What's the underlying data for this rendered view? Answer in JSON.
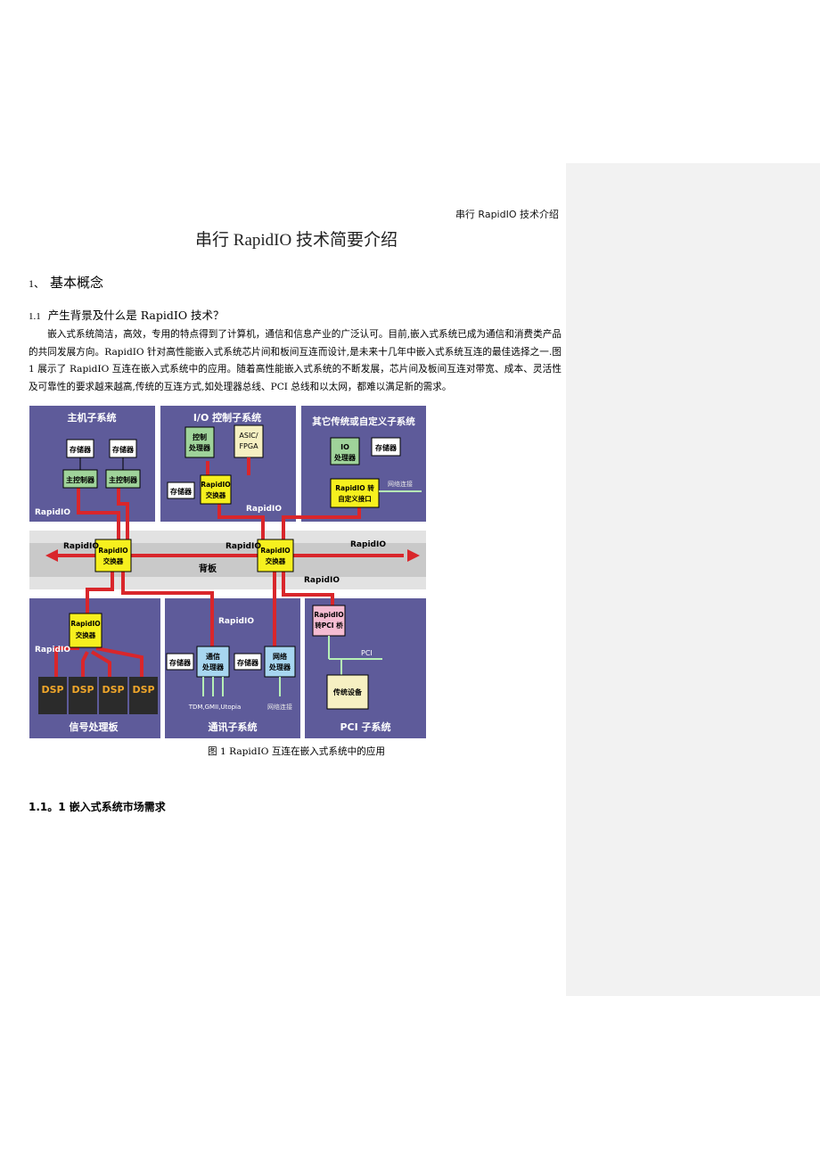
{
  "header": {
    "running_title": "串行 RapidIO 技术介绍"
  },
  "title": "串行 RapidIO 技术简要介绍",
  "section1": {
    "number": "1、",
    "title": "基本概念"
  },
  "section1_1": {
    "number": "1.1",
    "title": "产生背景及什么是 RapidIO 技术？"
  },
  "paragraph": "嵌入式系统简洁，高效，专用的特点得到了计算机，通信和信息产业的广泛认可。目前,嵌入式系统已成为通信和消费类产品的共同发展方向。RapidIO 针对高性能嵌入式系统芯片间和板间互连而设计,是未来十几年中嵌入式系统互连的最佳选择之一.图 1 展示了 RapidIO 互连在嵌入式系统中的应用。随着高性能嵌入式系统的不断发展，芯片间及板间互连对带宽、成本、灵活性及可靠性的要求越来越高,传统的互连方式,如处理器总线、PCI 总线和以太网，都难以满足新的需求。",
  "figure": {
    "caption": "图 1 RapidIO 互连在嵌入式系统中的应用",
    "panels": {
      "host": "主机子系统",
      "io_ctrl": "I/O 控制子系统",
      "other": "其它传统或自定义子系统",
      "dsp": "信号处理板",
      "comm": "通讯子系统",
      "pci": "PCI 子系统"
    },
    "labels": {
      "mem": "存储器",
      "master_ctrl": "主控制器",
      "ctrl_proc": [
        "控制",
        "处理器"
      ],
      "asic": [
        "ASIC/",
        "FPGA"
      ],
      "rio_switch": [
        "RapidIO",
        "交换器"
      ],
      "io_proc": [
        "IO",
        "处理器"
      ],
      "rio_custom": [
        "RapidIO 转",
        "自定义接口"
      ],
      "net_conn": "网络连接",
      "rapidio": "RapidIO",
      "backplane": "背板",
      "dsp": "DSP",
      "comm_proc": [
        "通信",
        "处理器"
      ],
      "net_proc": [
        "网络",
        "处理器"
      ],
      "rio_pci": [
        "RapidIO",
        "转PCI 桥"
      ],
      "pci": "PCI",
      "legacy": "传统设备",
      "tdm": "TDM,GMII,Utopia"
    }
  },
  "section1_1_1": {
    "title": "1.1。1 嵌入式系统市场需求"
  }
}
